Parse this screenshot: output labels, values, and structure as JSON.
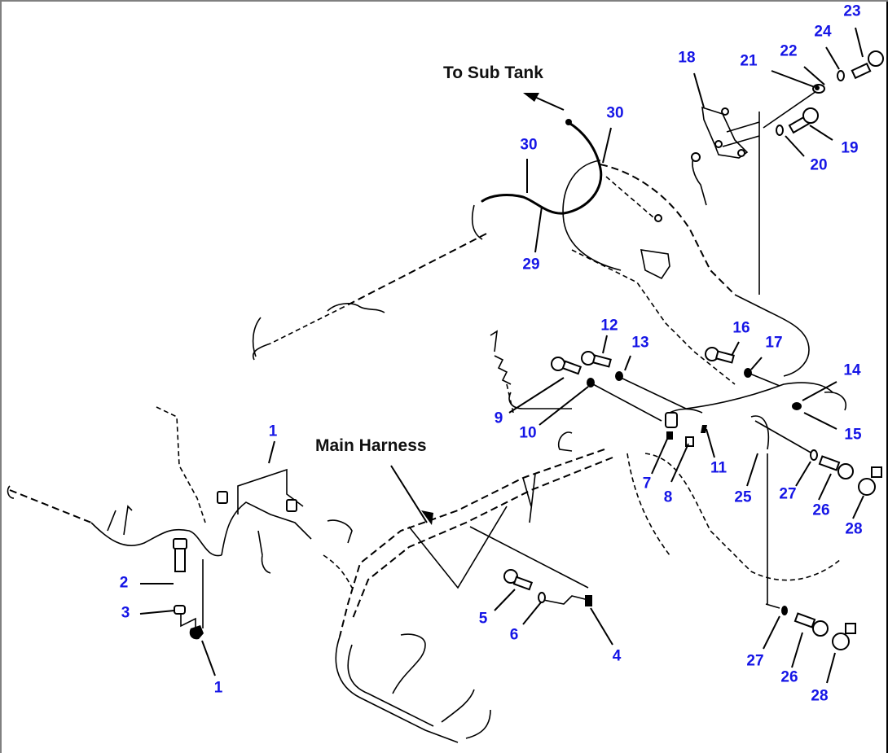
{
  "diagram": {
    "type": "exploded-parts-diagram",
    "subject": "Wiring harness assembly",
    "accent_colors": {
      "callout": "#1515e6",
      "linework": "#000000",
      "label": "#111111",
      "frame": "#808080"
    }
  },
  "labels": {
    "to_sub_tank": "To Sub Tank",
    "main_harness": "Main Harness"
  },
  "callouts": [
    {
      "id": "c1a",
      "number": "1"
    },
    {
      "id": "c1b",
      "number": "1"
    },
    {
      "id": "c2",
      "number": "2"
    },
    {
      "id": "c3",
      "number": "3"
    },
    {
      "id": "c4",
      "number": "4"
    },
    {
      "id": "c5",
      "number": "5"
    },
    {
      "id": "c6",
      "number": "6"
    },
    {
      "id": "c7",
      "number": "7"
    },
    {
      "id": "c8",
      "number": "8"
    },
    {
      "id": "c9",
      "number": "9"
    },
    {
      "id": "c10",
      "number": "10"
    },
    {
      "id": "c11",
      "number": "11"
    },
    {
      "id": "c12",
      "number": "12"
    },
    {
      "id": "c13",
      "number": "13"
    },
    {
      "id": "c14",
      "number": "14"
    },
    {
      "id": "c15",
      "number": "15"
    },
    {
      "id": "c16",
      "number": "16"
    },
    {
      "id": "c17",
      "number": "17"
    },
    {
      "id": "c18",
      "number": "18"
    },
    {
      "id": "c19",
      "number": "19"
    },
    {
      "id": "c20",
      "number": "20"
    },
    {
      "id": "c21",
      "number": "21"
    },
    {
      "id": "c22",
      "number": "22"
    },
    {
      "id": "c23",
      "number": "23"
    },
    {
      "id": "c24",
      "number": "24"
    },
    {
      "id": "c25",
      "number": "25"
    },
    {
      "id": "c26a",
      "number": "26"
    },
    {
      "id": "c26b",
      "number": "26"
    },
    {
      "id": "c27a",
      "number": "27"
    },
    {
      "id": "c27b",
      "number": "27"
    },
    {
      "id": "c28a",
      "number": "28"
    },
    {
      "id": "c28b",
      "number": "28"
    },
    {
      "id": "c29",
      "number": "29"
    },
    {
      "id": "c30a",
      "number": "30"
    },
    {
      "id": "c30b",
      "number": "30"
    }
  ]
}
